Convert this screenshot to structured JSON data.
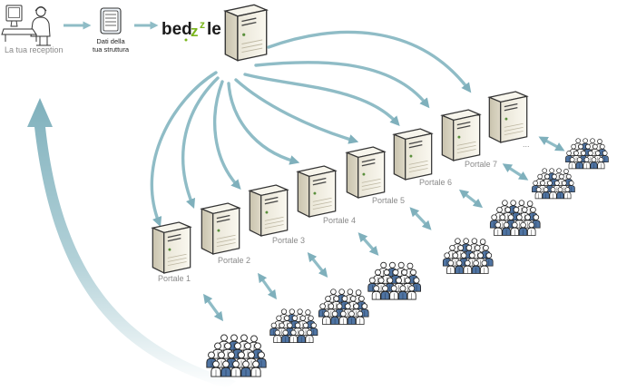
{
  "reception": {
    "label": "La tua reception"
  },
  "data_doc": {
    "line1": "Dati della",
    "line2": "tua struttura"
  },
  "logo": {
    "part1": "bed",
    "z1": "z",
    "z2": "z",
    "part2": "le"
  },
  "portals": [
    {
      "label": "Portale 1"
    },
    {
      "label": "Portale 2"
    },
    {
      "label": "Portale 3"
    },
    {
      "label": "Portale 4"
    },
    {
      "label": "Portale 5"
    },
    {
      "label": "Portale 6"
    },
    {
      "label": "Portale 7"
    }
  ],
  "more_portals": {
    "label": "..."
  },
  "colors": {
    "arrow": "#8fbcc6",
    "person_blue": "#4f74a3",
    "logo_green": "#7ab51d",
    "server": "#f3f0e4"
  }
}
